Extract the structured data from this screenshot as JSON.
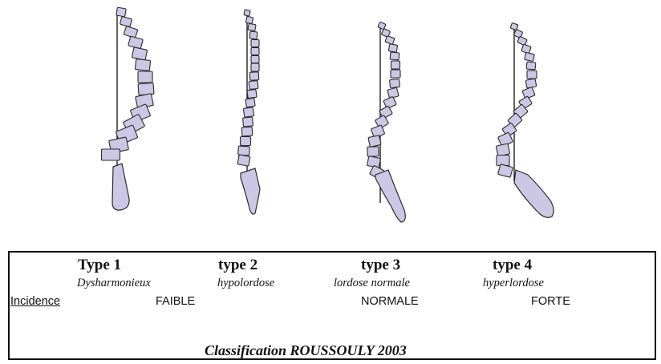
{
  "spines": [
    {
      "type": "Type 1",
      "desc": "Dysharmonieux",
      "incidence": "FAIBLE"
    },
    {
      "type": "type 2",
      "desc": "hypolordose",
      "incidence": ""
    },
    {
      "type": "type 3",
      "desc": "lordose normale",
      "incidence": "NORMALE"
    },
    {
      "type": "type 4",
      "desc": "hyperlordose",
      "incidence": "FORTE"
    }
  ],
  "legend": {
    "incidence_label": "Incidence",
    "caption": "Classification ROUSSOULY 2003"
  },
  "colors": {
    "vertebra_fill": "#ccc7e4",
    "outline": "#2b2b2b"
  }
}
